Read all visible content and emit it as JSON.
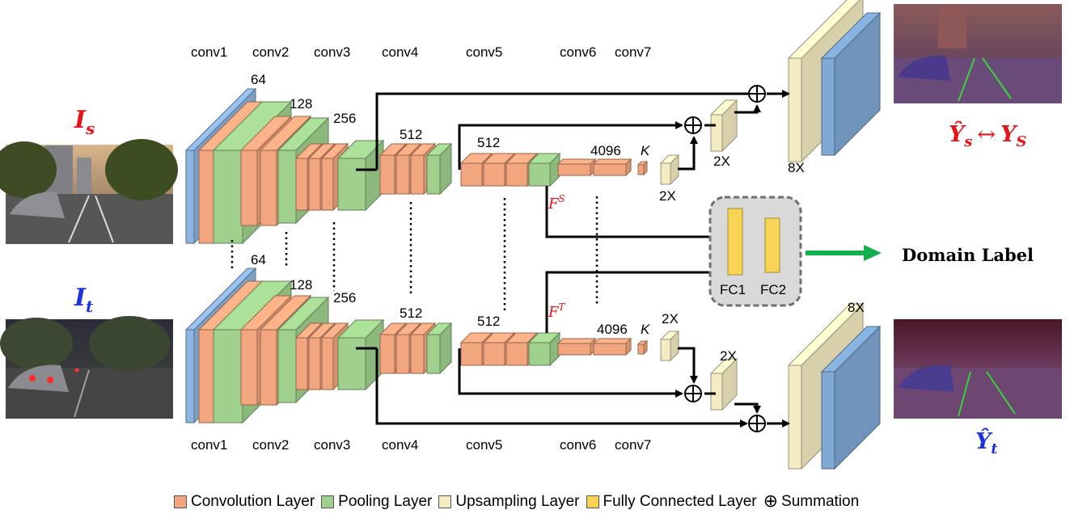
{
  "colors": {
    "conv": "#F2A67E",
    "pool": "#9FD08E",
    "upsample": "#F5EBC2",
    "fc": "#F8D455",
    "input": "#8EB5E0",
    "output": "#7FA8D4",
    "source_red": "#E8141C",
    "target_blue": "#1F32E0",
    "arrow_green": "#12B04C",
    "domain_box": "#D9D9D9"
  },
  "inputs": {
    "source": {
      "symbol": "I",
      "subscript": "s"
    },
    "target": {
      "symbol": "I",
      "subscript": "t"
    }
  },
  "layer_labels_top": [
    "conv1",
    "conv2",
    "conv3",
    "conv4",
    "conv5",
    "conv6",
    "conv7"
  ],
  "layer_labels_bottom": [
    "conv1",
    "conv2",
    "conv3",
    "conv4",
    "conv5",
    "conv6",
    "conv7"
  ],
  "channel_labels": {
    "c64": "64",
    "c128": "128",
    "c256": "256",
    "c512a": "512",
    "c512b": "512",
    "c4096": "4096",
    "k": "K"
  },
  "upsample_labels": {
    "x2": "2X",
    "x8": "8X"
  },
  "features": {
    "source": {
      "symbol": "F",
      "superscript": "S"
    },
    "target": {
      "symbol": "F",
      "superscript": "T"
    }
  },
  "domain_classifier": {
    "fc1": "FC1",
    "fc2": "FC2",
    "output": "Domain Label"
  },
  "outputs": {
    "source": {
      "text": "Ŷ",
      "sub": "s",
      "arrow": "↔",
      "gt": "Y",
      "gtsub": "S"
    },
    "target": {
      "text": "Ŷ",
      "sub": "t"
    }
  },
  "legend": [
    {
      "label": "Convolution Layer",
      "color": "#F2A67E"
    },
    {
      "label": "Pooling Layer",
      "color": "#9FD08E"
    },
    {
      "label": "Upsampling Layer",
      "color": "#F5EBC2"
    },
    {
      "label": "Fully Connected Layer",
      "color": "#F8D455"
    },
    {
      "label": "Summation",
      "symbol": "⊕"
    }
  ]
}
